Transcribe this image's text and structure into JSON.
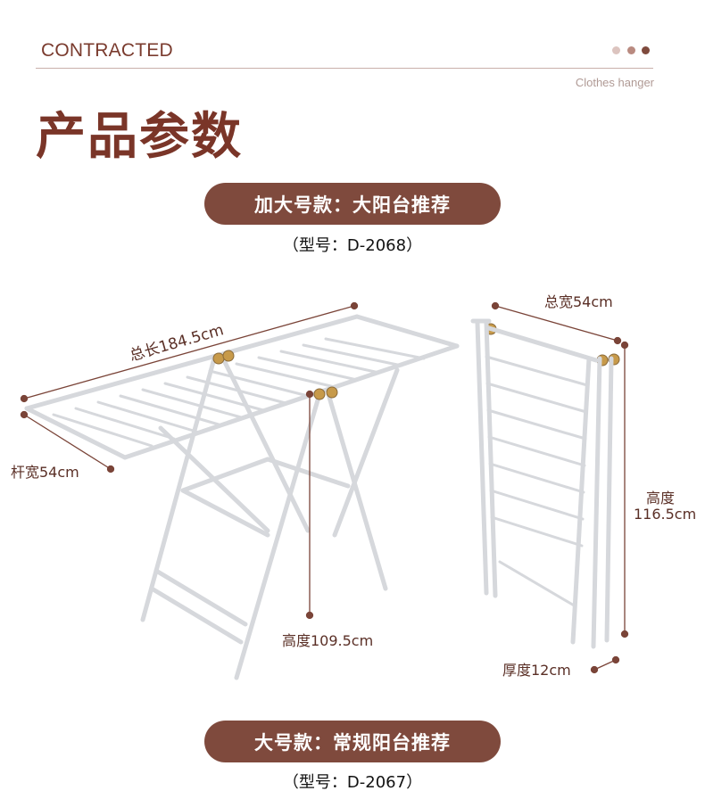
{
  "header": {
    "eyebrow": "CONTRACTED",
    "subtitle": "Clothes hanger",
    "title": "产品参数",
    "dot_colors": [
      "#dcc4bf",
      "#b98a80",
      "#7f4a3d"
    ]
  },
  "models": [
    {
      "badge": "加大号款：大阳台推荐",
      "model": "（型号：D-2068）"
    },
    {
      "badge": "大号款：常规阳台推荐",
      "model": "（型号：D-2067）"
    }
  ],
  "dimensions": {
    "total_length": "总长184.5cm",
    "bar_width": "杆宽54cm",
    "height_open": "高度109.5cm",
    "total_width": "总宽54cm",
    "height_folded_label": "高度",
    "height_folded_value": "116.5cm",
    "thickness": "厚度12cm"
  },
  "colors": {
    "accent": "#7f4a3d",
    "dimension_line": "#7a4438"
  }
}
